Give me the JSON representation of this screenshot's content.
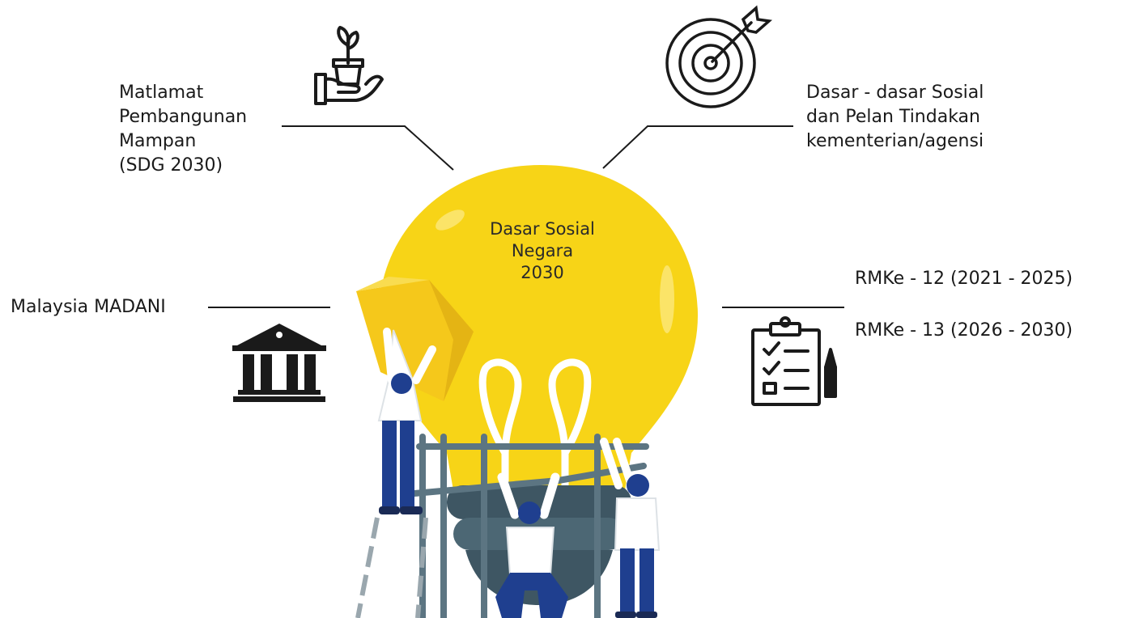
{
  "center": {
    "title": "Dasar Sosial\nNegara\n2030"
  },
  "nodes": {
    "sdg": "Matlamat\nPembangunan\nMampan\n(SDG 2030)",
    "social_policies": "Dasar - dasar Sosial\ndan Pelan Tindakan\nkementerian/agensi",
    "madani": "Malaysia MADANI",
    "rmke12": "RMKe - 12 (2021 - 2025)",
    "rmke13": "RMKe - 13 (2026 - 2030)"
  },
  "icons": {
    "sdg": "plant-in-hand-icon",
    "social_policies": "target-arrow-icon",
    "madani": "government-building-icon",
    "rmk": "clipboard-checklist-icon"
  },
  "colors": {
    "bulb": "#f7d417",
    "bulb_base": "#3e5663",
    "line": "#1a1a1a",
    "suit": "#1f3f8f",
    "scaffold": "#5c7582"
  }
}
